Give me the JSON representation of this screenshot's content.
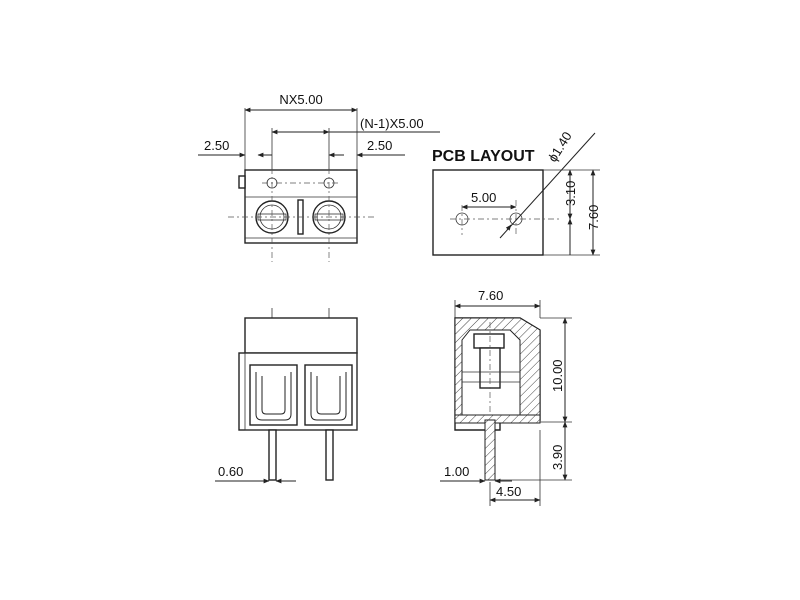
{
  "labels": {
    "nx_pitch": "NX5.00",
    "n1_pitch": "(N-1)X5.00",
    "edge_left": "2.50",
    "edge_right": "2.50",
    "pcb_title": "PCB LAYOUT",
    "hole_dia": "ϕ1.40",
    "pcb_pitch": "5.00",
    "pcb_row_offset": "3.10",
    "pcb_depth": "7.60",
    "side_width": "7.60",
    "side_height": "10.00",
    "pin_length": "3.90",
    "pin_width_front": "0.60",
    "pin_width_side": "1.00",
    "pin_offset": "4.50"
  },
  "colors": {
    "line": "#222222",
    "background": "#ffffff"
  }
}
